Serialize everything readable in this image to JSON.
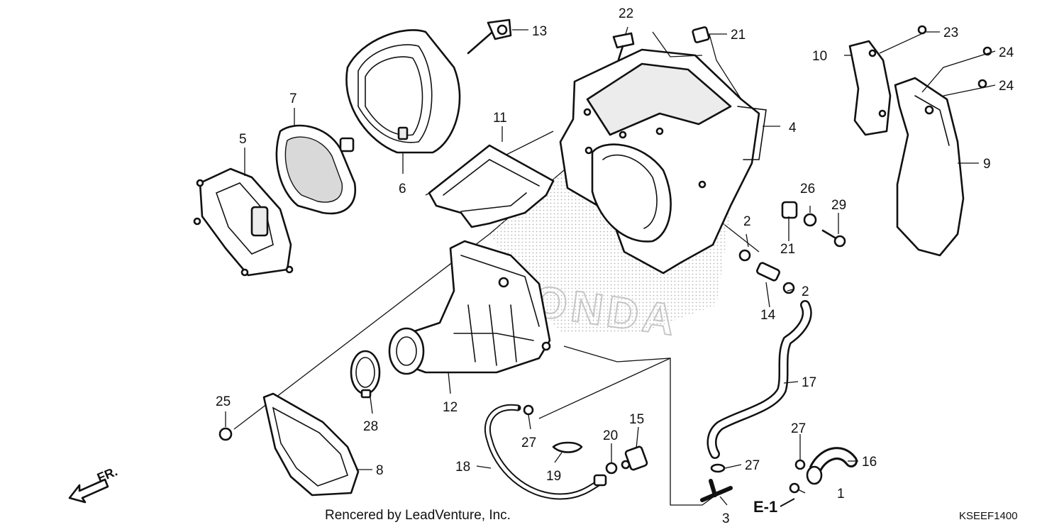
{
  "callouts": [
    {
      "id": "c1",
      "label": "1"
    },
    {
      "id": "c2a",
      "label": "2"
    },
    {
      "id": "c2b",
      "label": "2"
    },
    {
      "id": "c3",
      "label": "3"
    },
    {
      "id": "c4",
      "label": "4"
    },
    {
      "id": "c5",
      "label": "5"
    },
    {
      "id": "c6",
      "label": "6"
    },
    {
      "id": "c7",
      "label": "7"
    },
    {
      "id": "c8",
      "label": "8"
    },
    {
      "id": "c9",
      "label": "9"
    },
    {
      "id": "c10",
      "label": "10"
    },
    {
      "id": "c11",
      "label": "11"
    },
    {
      "id": "c12",
      "label": "12"
    },
    {
      "id": "c13",
      "label": "13"
    },
    {
      "id": "c14",
      "label": "14"
    },
    {
      "id": "c15",
      "label": "15"
    },
    {
      "id": "c16",
      "label": "16"
    },
    {
      "id": "c17",
      "label": "17"
    },
    {
      "id": "c18",
      "label": "18"
    },
    {
      "id": "c19",
      "label": "19"
    },
    {
      "id": "c20",
      "label": "20"
    },
    {
      "id": "c21a",
      "label": "21"
    },
    {
      "id": "c21b",
      "label": "21"
    },
    {
      "id": "c22",
      "label": "22"
    },
    {
      "id": "c23",
      "label": "23"
    },
    {
      "id": "c24a",
      "label": "24"
    },
    {
      "id": "c24b",
      "label": "24"
    },
    {
      "id": "c25",
      "label": "25"
    },
    {
      "id": "c26",
      "label": "26"
    },
    {
      "id": "c27a",
      "label": "27"
    },
    {
      "id": "c27b",
      "label": "27"
    },
    {
      "id": "c27c",
      "label": "27"
    },
    {
      "id": "c28",
      "label": "28"
    },
    {
      "id": "c29",
      "label": "29"
    }
  ],
  "direction_label": "FR.",
  "reference_label": "E-1",
  "watermark": "HONDA",
  "credit": "Rencered by LeadVenture, Inc.",
  "diagram_code": "KSEEF1400"
}
